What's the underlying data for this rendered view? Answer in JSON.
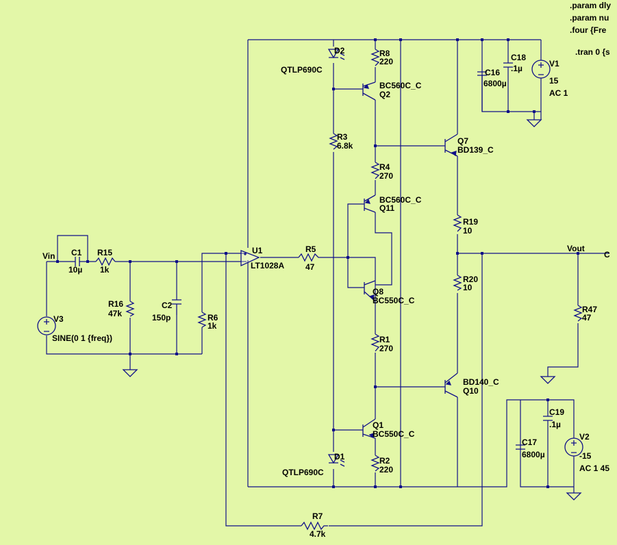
{
  "directives": [
    ".param dly",
    ".param nu",
    ".four {Fre",
    ".tran 0 {s"
  ],
  "nets": {
    "vin": "Vin",
    "vout": "Vout",
    "vout_tail": "C"
  },
  "components": {
    "C1": {
      "ref": "C1",
      "value": "10µ"
    },
    "R15": {
      "ref": "R15",
      "value": "1k"
    },
    "R16": {
      "ref": "R16",
      "value": "47k"
    },
    "C2": {
      "ref": "C2",
      "value": "150p"
    },
    "R6": {
      "ref": "R6",
      "value": "1k"
    },
    "V3": {
      "ref": "V3",
      "value": "SINE(0 1 {freq})"
    },
    "U1": {
      "ref": "U1",
      "value": "LT1028A"
    },
    "R5": {
      "ref": "R5",
      "value": "47"
    },
    "D2": {
      "ref": "D2",
      "value": "QTLP690C"
    },
    "D1": {
      "ref": "D1",
      "value": "QTLP690C"
    },
    "R8": {
      "ref": "R8",
      "value": "220"
    },
    "Q2": {
      "ref": "Q2",
      "value": "BC560C_C"
    },
    "R3": {
      "ref": "R3",
      "value": "6.8k"
    },
    "R4": {
      "ref": "R4",
      "value": "270"
    },
    "Q11": {
      "ref": "Q11",
      "value": "BC560C_C"
    },
    "Q8": {
      "ref": "Q8",
      "value": "BC550C_C"
    },
    "R1": {
      "ref": "R1",
      "value": "270"
    },
    "Q1": {
      "ref": "Q1",
      "value": "BC550C_C"
    },
    "R2": {
      "ref": "R2",
      "value": "220"
    },
    "Q7": {
      "ref": "Q7",
      "value": "BD139_C"
    },
    "Q10": {
      "ref": "Q10",
      "value": "BD140_C"
    },
    "R19": {
      "ref": "R19",
      "value": "10"
    },
    "R20": {
      "ref": "R20",
      "value": "10"
    },
    "R47": {
      "ref": "R47",
      "value": "47"
    },
    "C16": {
      "ref": "C16",
      "value": "6800µ"
    },
    "C18": {
      "ref": "C18",
      "value": ".1µ"
    },
    "V1": {
      "ref": "V1",
      "value": "15",
      "ac": "AC 1"
    },
    "C17": {
      "ref": "C17",
      "value": "6800µ"
    },
    "C19": {
      "ref": "C19",
      "value": ".1µ"
    },
    "V2": {
      "ref": "V2",
      "value": "-15",
      "ac": "AC 1 45"
    },
    "R7": {
      "ref": "R7",
      "value": "4.7k"
    }
  }
}
